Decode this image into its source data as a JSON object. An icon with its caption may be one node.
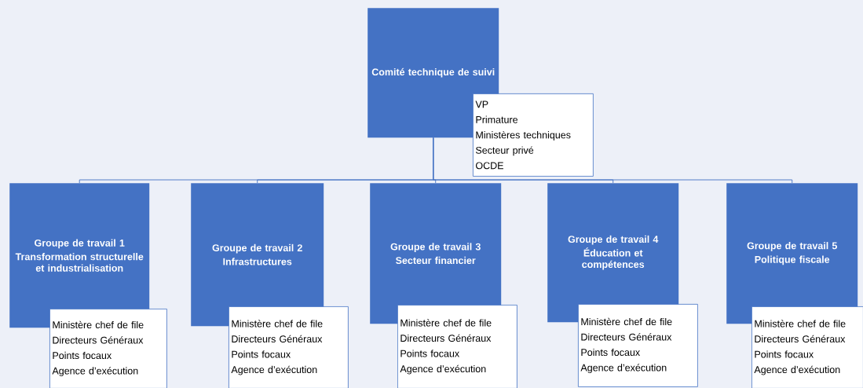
{
  "diagram": {
    "nodes": [
      {
        "text": [
          "Comité technique de suivi"
        ]
      },
      {
        "text": [
          "VP",
          "Primature",
          "Ministères techniques",
          "Secteur privé",
          "OCDE"
        ]
      },
      {
        "text": [
          "Groupe de travail 1",
          "Transformation structurelle et industrialisation"
        ]
      },
      {
        "text": [
          "Ministère chef de file",
          "Directeurs Généraux",
          "Points focaux",
          "Agence d’exécution"
        ]
      },
      {
        "text": [
          "Groupe de travail 2",
          "Infrastructures"
        ]
      },
      {
        "text": [
          "Ministère chef de file",
          "Directeurs Généraux",
          "Points focaux",
          "Agence d’exécution"
        ]
      },
      {
        "text": [
          "Groupe de travail 3",
          "Secteur financier"
        ]
      },
      {
        "text": [
          "Ministère chef de file",
          "Directeurs Généraux",
          "Points focaux",
          "Agence d’exécution"
        ]
      },
      {
        "text": [
          "Groupe de travail 4",
          "Éducation et compétences"
        ]
      },
      {
        "text": [
          "Ministère chef de file",
          "Directeurs Généraux",
          "Points focaux",
          "Agence d’exécution"
        ]
      },
      {
        "text": [
          "Groupe de travail 5",
          "Politique fiscale"
        ]
      },
      {
        "text": [
          "Ministère chef de file",
          "Directeurs Généraux",
          "Points focaux",
          "Agence d’exécution"
        ]
      }
    ],
    "edges": [
      {
        "from": 0,
        "to": 2,
        "arrow": "none"
      },
      {
        "from": 0,
        "to": 4,
        "arrow": "none"
      },
      {
        "from": 0,
        "to": 6,
        "arrow": "none"
      },
      {
        "from": 0,
        "to": 8,
        "arrow": "none"
      },
      {
        "from": 0,
        "to": 10,
        "arrow": "none"
      }
    ]
  }
}
